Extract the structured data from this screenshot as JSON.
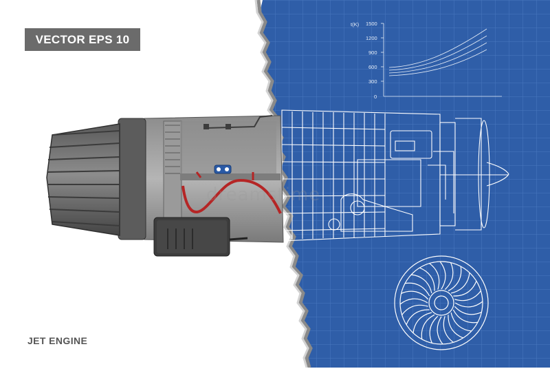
{
  "badge": {
    "label": "VECTOR EPS 10"
  },
  "caption": {
    "label": "JET ENGINE"
  },
  "watermark": {
    "text": "dreamstime"
  },
  "colors": {
    "blueprint_bg": "#2f5ea8",
    "blueprint_line": "#ffffff",
    "grid": "#4a78bf",
    "engine_dark": "#3d3d3d",
    "engine_mid": "#6f6f6f",
    "engine_light": "#a8a8a8",
    "wire_red": "#b52525",
    "badge_bg": "#6b6b6b"
  },
  "graph": {
    "ylabel": "t(K)",
    "yticks": [
      "1500",
      "1200",
      "900",
      "600",
      "300",
      "0"
    ]
  }
}
